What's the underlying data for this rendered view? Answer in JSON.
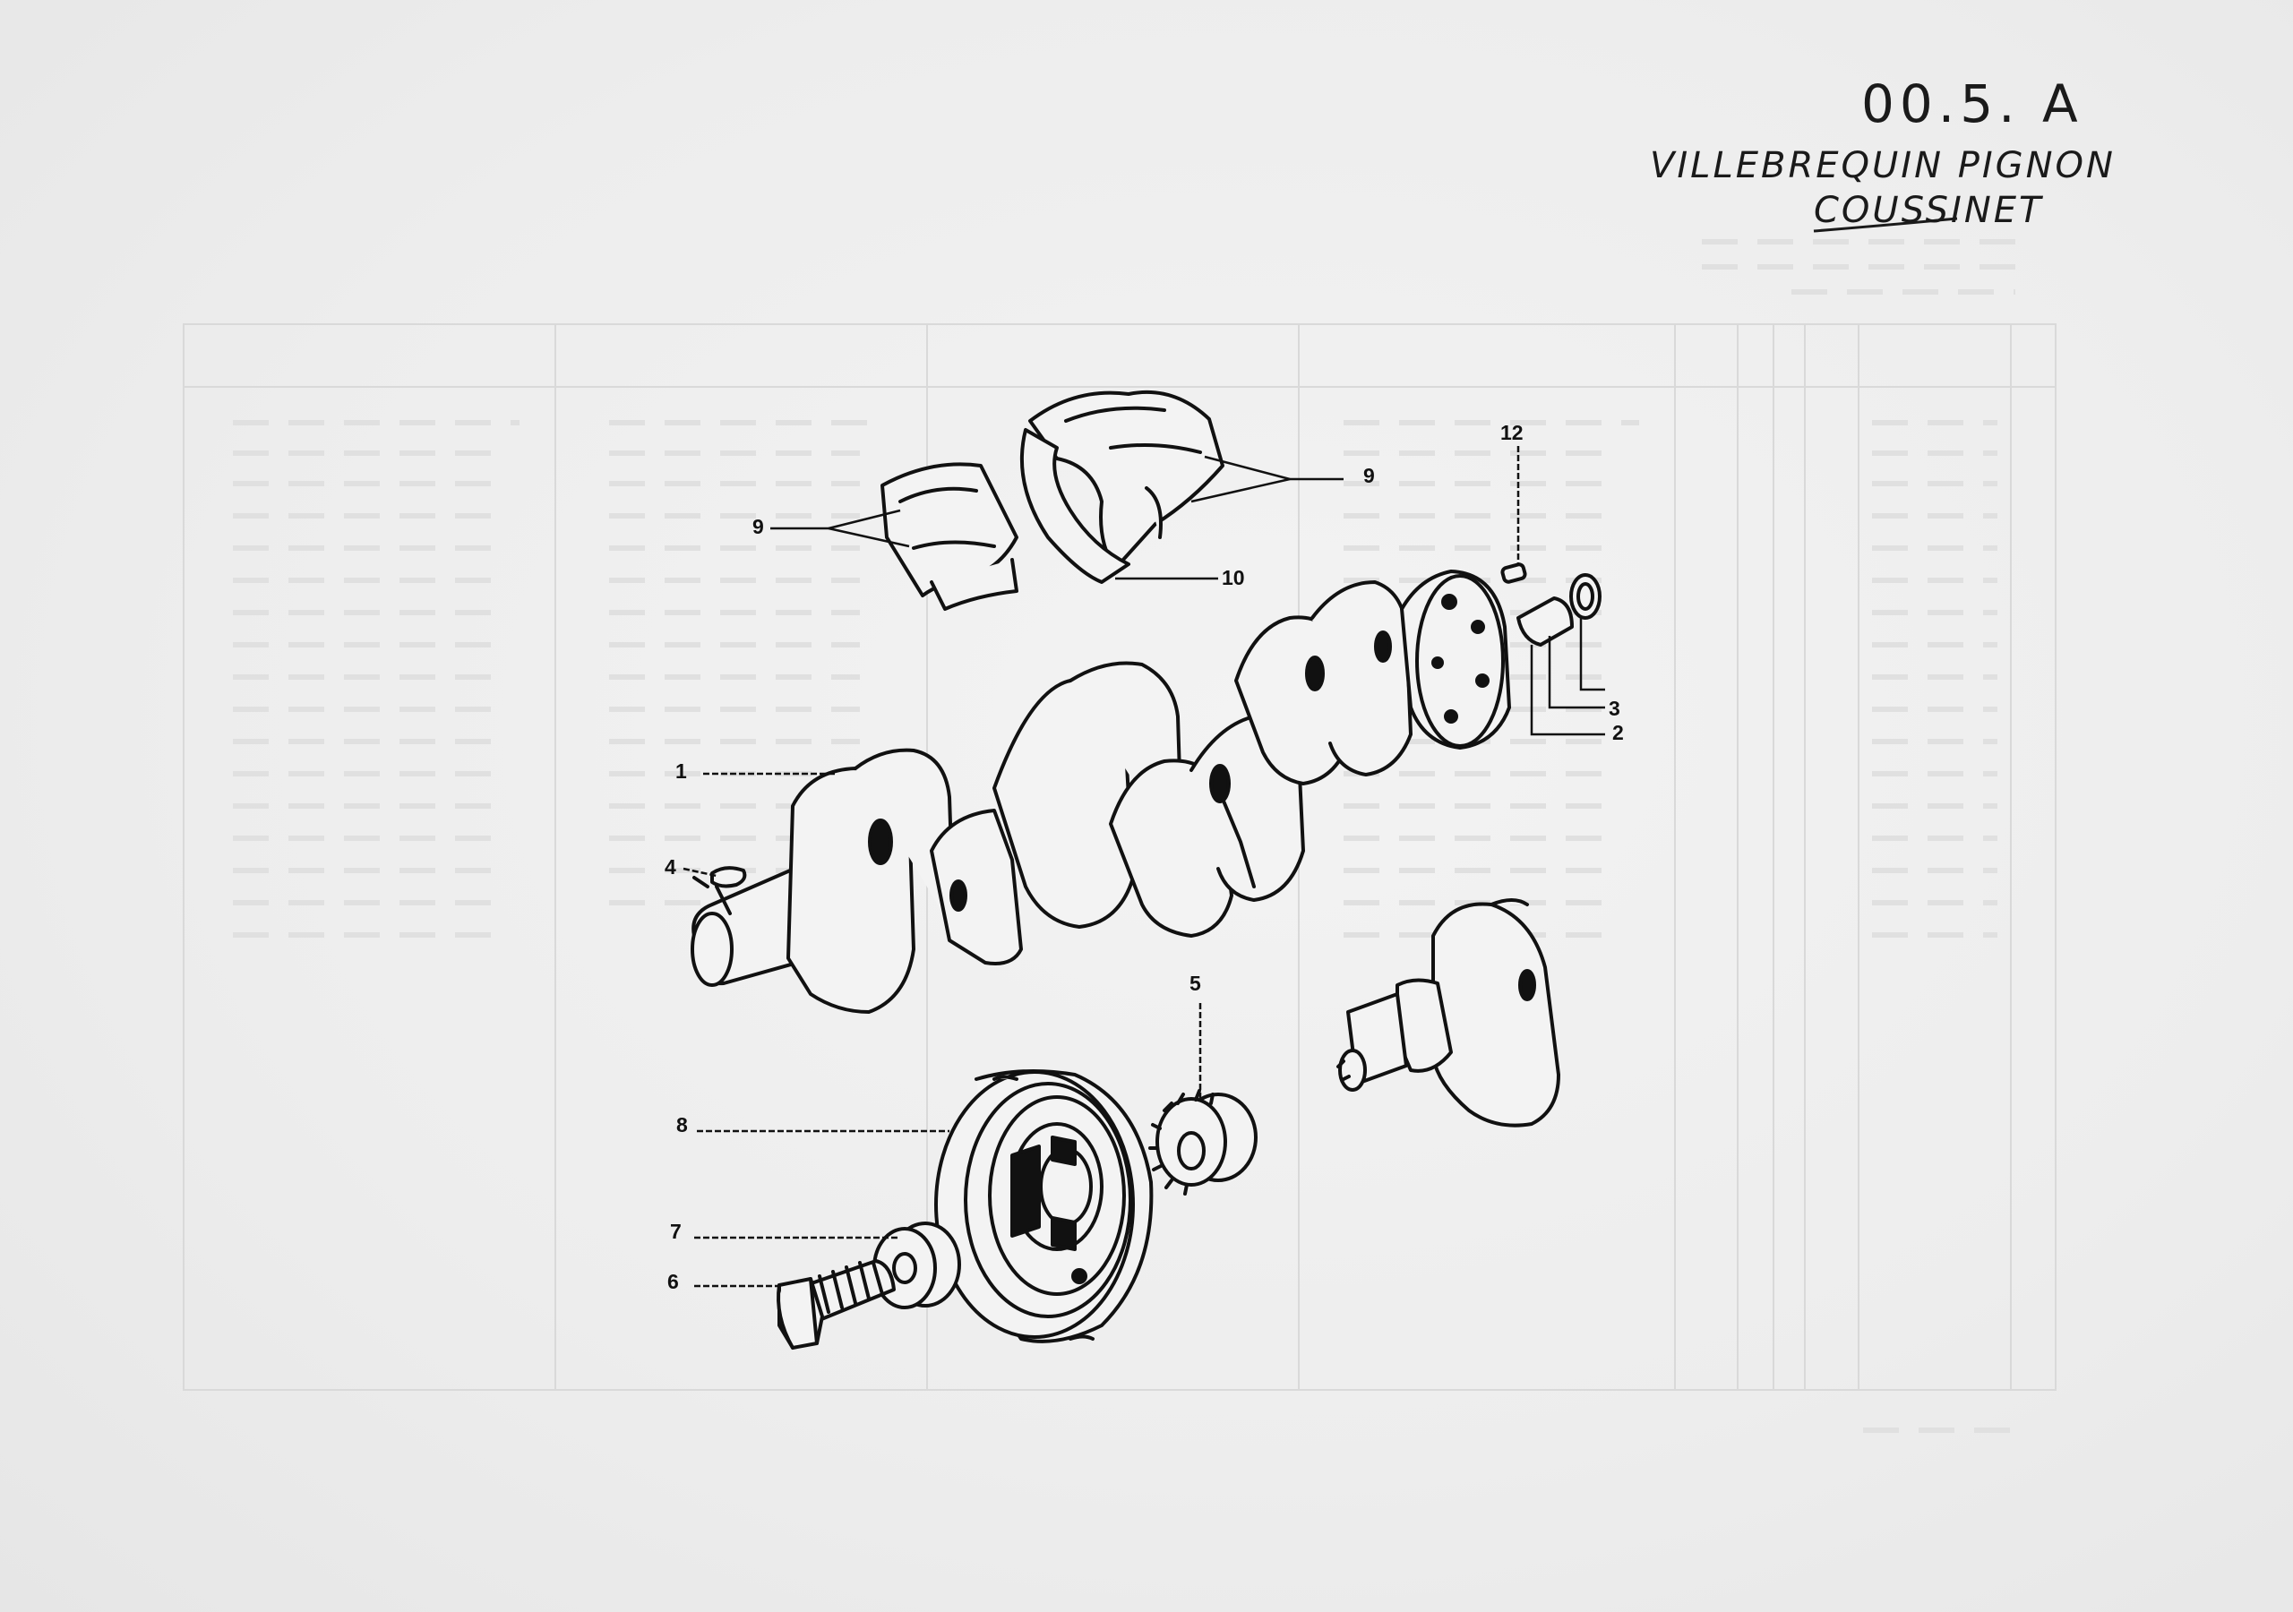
{
  "header": {
    "ref_code": "00.5. A",
    "title_line_1": "VILLEBREQUIN  PIGNON",
    "title_line_2": "COUSSINET"
  },
  "callouts": [
    "1",
    "2",
    "3",
    "4",
    "5",
    "6",
    "7",
    "8",
    "9",
    "9",
    "10",
    "12"
  ]
}
